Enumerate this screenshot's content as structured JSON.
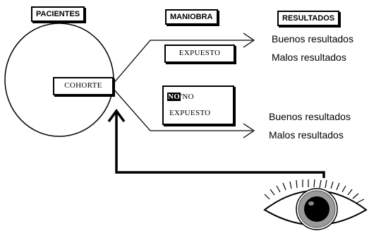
{
  "headers": {
    "patients": "PACIENTES",
    "maneuver": "MANIOBRA",
    "results": "RESULTADOS"
  },
  "cohort_label": "COHORTE",
  "exposed_label": "EXPUESTO",
  "unexposed": {
    "no_badge": "NO",
    "no_word": "NO",
    "line2": "EXPUESTO"
  },
  "results_exposed": {
    "good": "Buenos resultados",
    "bad": "Malos resultados"
  },
  "results_unexposed": {
    "good": "Buenos resultados",
    "bad": "Malos resultados"
  }
}
